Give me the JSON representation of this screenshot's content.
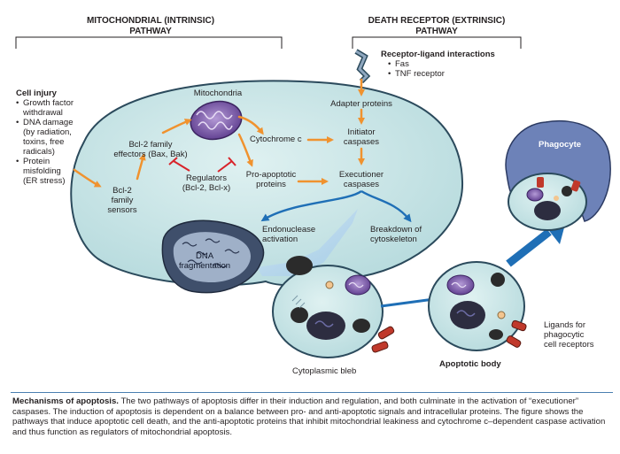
{
  "headers": {
    "intrinsic": [
      "MITOCHONDRIAL (INTRINSIC)",
      "PATHWAY"
    ],
    "extrinsic": [
      "DEATH RECEPTOR (EXTRINSIC)",
      "PATHWAY"
    ]
  },
  "cell_injury": {
    "title": "Cell injury",
    "items": [
      "Growth factor",
      "withdrawal",
      "DNA damage",
      "(by radiation,",
      "toxins, free",
      "radicals)",
      "Protein",
      "misfolding",
      "(ER stress)"
    ]
  },
  "receptor": {
    "title": "Receptor-ligand interactions",
    "items": [
      "Fas",
      "TNF receptor"
    ]
  },
  "labels": {
    "mitochondria": "Mitochondria",
    "bcl2_effectors": [
      "Bcl-2 family",
      "effectors (Bax, Bak)"
    ],
    "bcl2_sensors": [
      "Bcl-2",
      "family",
      "sensors"
    ],
    "regulators": [
      "Regulators",
      "(Bcl-2, Bcl-x)"
    ],
    "cytochrome_c": "Cytochrome c",
    "pro_apoptotic": [
      "Pro-apoptotic",
      "proteins"
    ],
    "adapter": "Adapter proteins",
    "initiator": [
      "Initiator",
      "caspases"
    ],
    "executioner": [
      "Executioner",
      "caspases"
    ],
    "endonuclease": [
      "Endonuclease",
      "activation"
    ],
    "cytoskeleton": [
      "Breakdown of",
      "cytoskeleton"
    ],
    "dna_frag": [
      "DNA",
      "fragmentation"
    ],
    "phagocyte": "Phagocyte",
    "ligands": [
      "Ligands for",
      "phagocytic",
      "cell receptors"
    ],
    "apoptotic_body": "Apoptotic body",
    "bleb": "Cytoplasmic bleb"
  },
  "caption": {
    "lead": "Mechanisms of apoptosis.",
    "text": " The two pathways of apoptosis differ in their induction and regulation, and both culminate in the activation of “executioner” caspases. The induction of apoptosis is dependent on a balance between pro- and anti-apoptotic signals and intracellular proteins. The figure shows the pathways that induce apoptotic cell death, and the anti-apoptotic proteins that inhibit mitochondrial leakiness and cytochrome c–dependent caspase activation and thus function as regulators of mitochondrial apoptosis."
  },
  "colors": {
    "cell_fill": "#c7e4e6",
    "cell_stroke": "#2b4a5c",
    "arrow": "#f0922e",
    "inhibit": "#d8232a",
    "blue_arrow": "#1f6fb6",
    "mitochondria": "#7e5aa8",
    "phagocyte": "#6d82b8"
  }
}
